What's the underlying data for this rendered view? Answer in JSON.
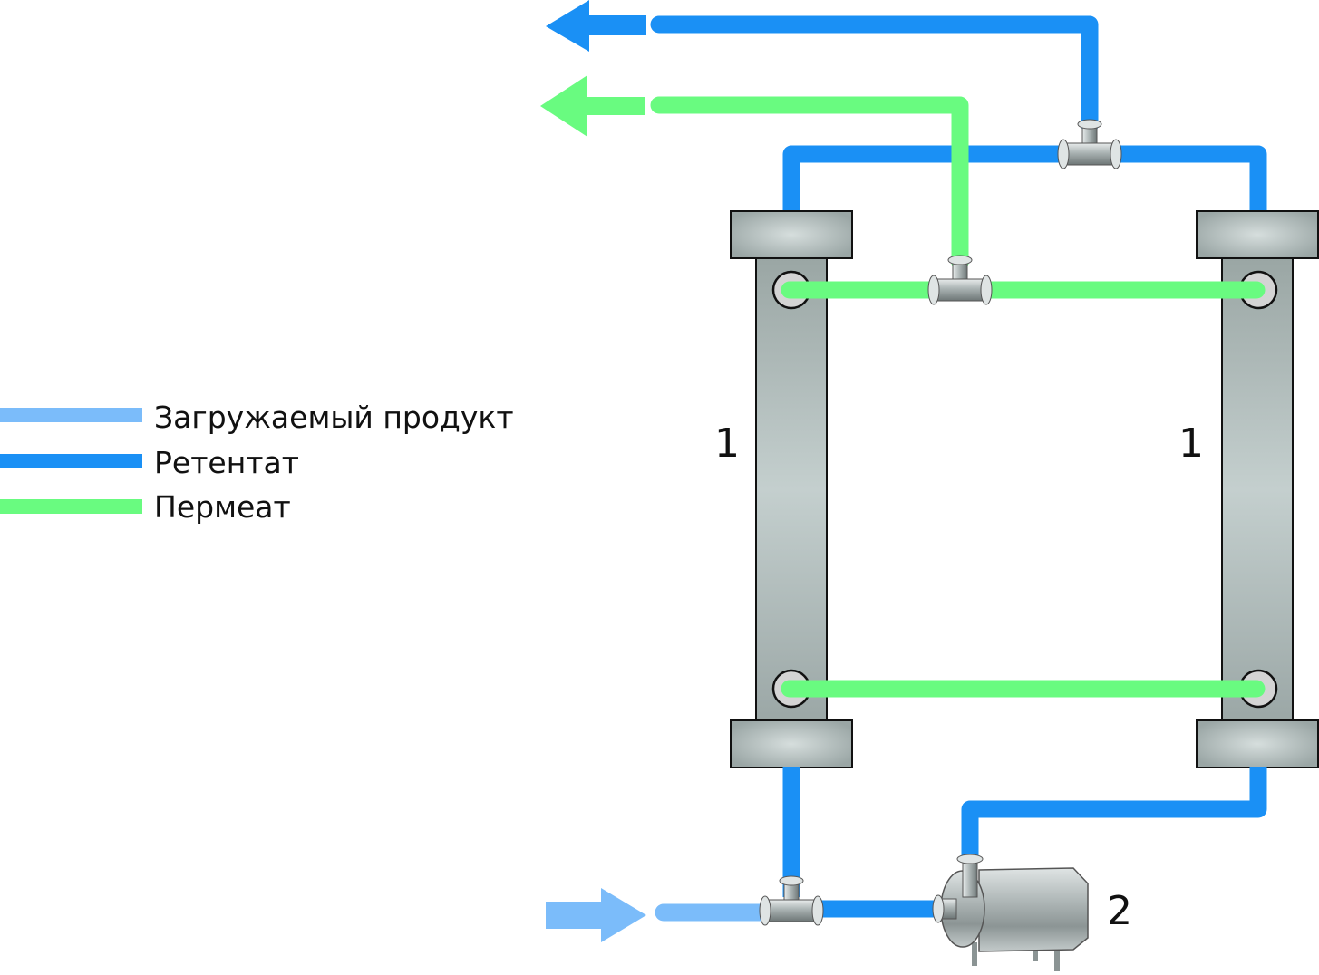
{
  "colors": {
    "feed": "#7bbcfa",
    "retentate": "#1a90f5",
    "permeate": "#69fb80"
  },
  "legend": [
    {
      "key": "feed",
      "label": "Загружаемый продукт"
    },
    {
      "key": "retentate",
      "label": "Ретентат"
    },
    {
      "key": "permeate",
      "label": "Пермеат"
    }
  ],
  "labels": {
    "module_left": "1",
    "module_right": "1",
    "pump": "2"
  }
}
